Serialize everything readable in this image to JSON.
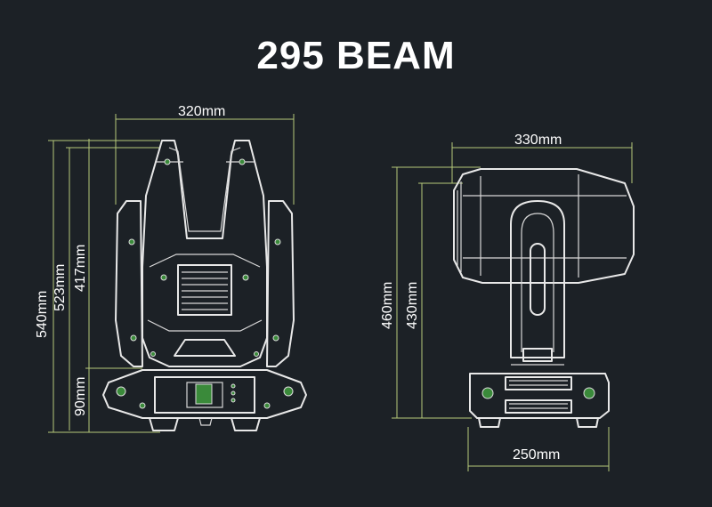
{
  "title": "295 BEAM",
  "front_view": {
    "width_label": "320mm",
    "total_height_label": "540mm",
    "height_523_label": "523mm",
    "head_height_label": "417mm",
    "base_height_label": "90mm"
  },
  "side_view": {
    "width_label": "330mm",
    "total_height_label": "460mm",
    "height_430_label": "430mm",
    "base_width_label": "250mm"
  },
  "colors": {
    "background": "#1c2126",
    "outline": "#e8e8e8",
    "dimension_line": "#b6c97a",
    "accent_green": "#3a8a3a",
    "text": "#ffffff"
  }
}
